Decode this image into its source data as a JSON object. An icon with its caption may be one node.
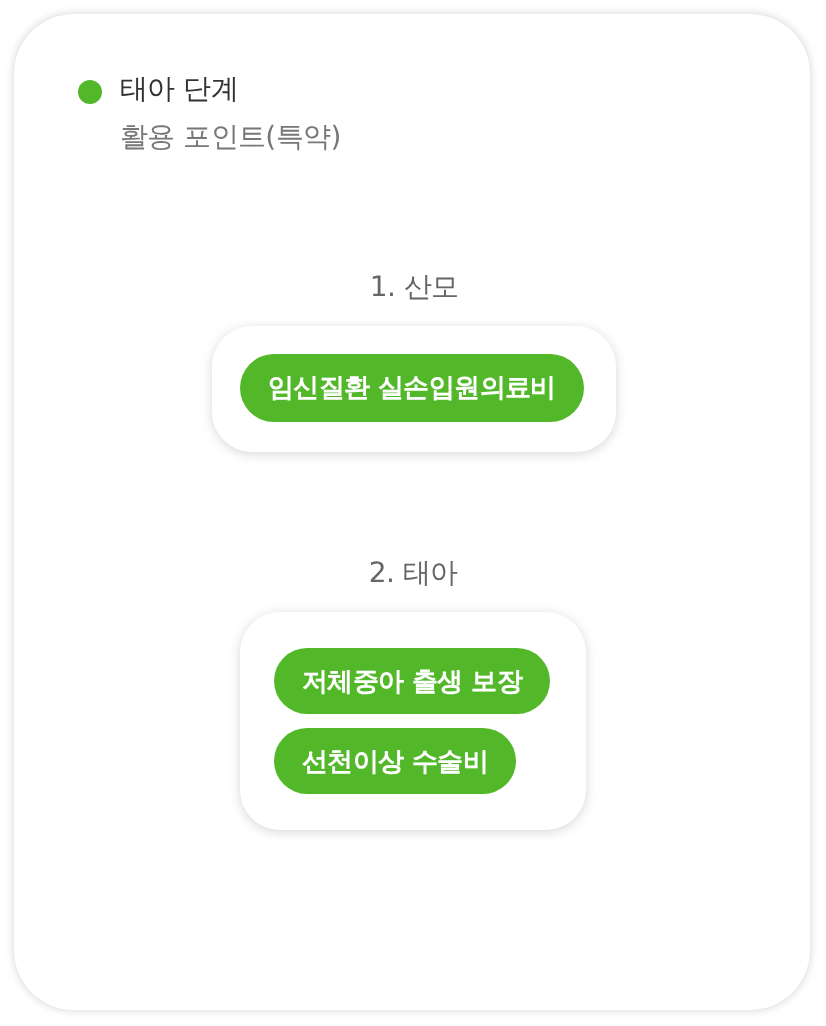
{
  "diagram": {
    "nodes": [
      {
        "text": [
          "태아 단계",
          "활용 포인트(특약)"
        ]
      },
      {
        "text": [
          "1. 산모"
        ],
        "in": 0
      },
      {
        "text": [
          "임신질환 실손입원의료비"
        ],
        "in": 1
      },
      {
        "text": [
          "2. 태아"
        ],
        "in": 0
      },
      {
        "text": [
          "저체중아 출생 보장"
        ],
        "in": 3
      },
      {
        "text": [
          "선천이상 수술비"
        ],
        "in": 3
      }
    ]
  }
}
